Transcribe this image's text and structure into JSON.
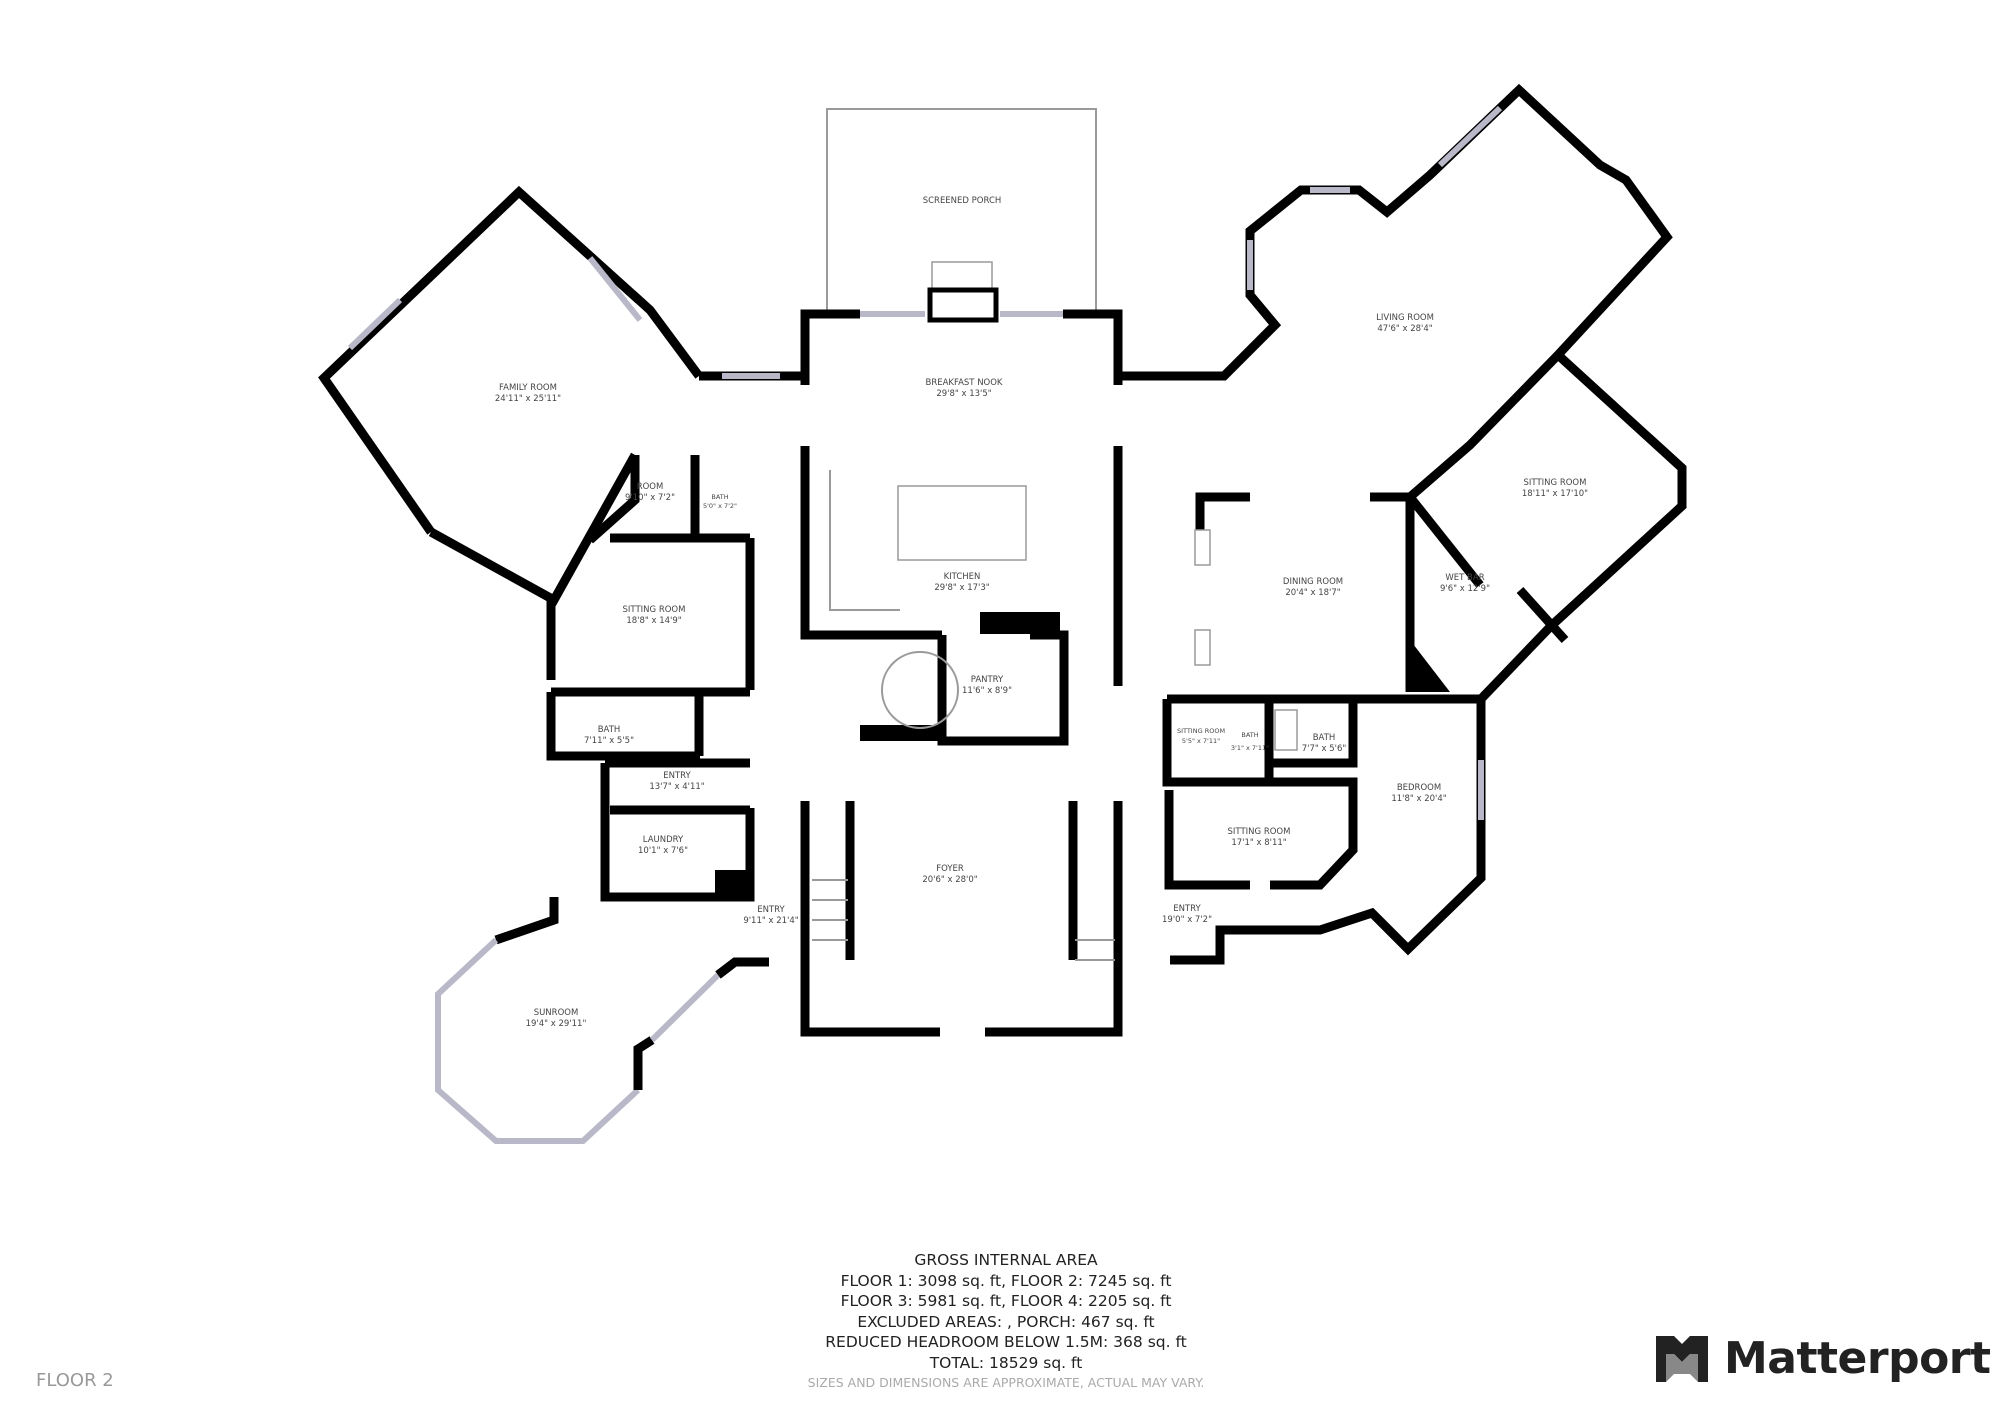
{
  "floor_label": "FLOOR 2",
  "rooms": {
    "screened_porch": {
      "name": "SCREENED PORCH"
    },
    "breakfast_nook": {
      "name": "BREAKFAST NOOK",
      "dims": "29'8\" x 13'5\""
    },
    "family_room": {
      "name": "FAMILY ROOM",
      "dims": "24'11\" x 25'11\""
    },
    "living_room": {
      "name": "LIVING ROOM",
      "dims": "47'6\" x 28'4\""
    },
    "sitting_room_east": {
      "name": "SITTING ROOM",
      "dims": "18'11\" x 17'10\""
    },
    "kitchen": {
      "name": "KITCHEN",
      "dims": "29'8\" x 17'3\""
    },
    "dining_room": {
      "name": "DINING ROOM",
      "dims": "20'4\" x 18'7\""
    },
    "wet_bar": {
      "name": "WET BAR",
      "dims": "9'6\" x 12'9\""
    },
    "room": {
      "name": "ROOM",
      "dims": "9'10\" x 7'2\""
    },
    "bath_small": {
      "name": "BATH",
      "dims": "5'0\" x 7'2\""
    },
    "sitting_room_west": {
      "name": "SITTING ROOM",
      "dims": "18'8\" x 14'9\""
    },
    "pantry": {
      "name": "PANTRY",
      "dims": "11'6\" x 8'9\""
    },
    "bath_west": {
      "name": "BATH",
      "dims": "7'11\" x 5'5\""
    },
    "entry_west": {
      "name": "ENTRY",
      "dims": "13'7\" x 4'11\""
    },
    "laundry": {
      "name": "LAUNDRY",
      "dims": "10'1\" x 7'6\""
    },
    "foyer": {
      "name": "FOYER",
      "dims": "20'6\" x 28'0\""
    },
    "entry_south": {
      "name": "ENTRY",
      "dims": "9'11\" x 21'4\""
    },
    "entry_east": {
      "name": "ENTRY",
      "dims": "19'0\" x 7'2\""
    },
    "sitting_room_small": {
      "name": "SITTING ROOM",
      "dims": "5'5\" x 7'11\""
    },
    "bath_tiny": {
      "name": "BATH",
      "dims": "3'1\" x 7'11\""
    },
    "bath_east": {
      "name": "BATH",
      "dims": "7'7\" x 5'6\""
    },
    "sitting_room_se": {
      "name": "SITTING ROOM",
      "dims": "17'1\" x 8'11\""
    },
    "bedroom": {
      "name": "BEDROOM",
      "dims": "11'8\" x 20'4\""
    },
    "sunroom": {
      "name": "SUNROOM",
      "dims": "19'4\" x 29'11\""
    }
  },
  "area_summary": {
    "title": "GROSS INTERNAL AREA",
    "line1": "FLOOR 1: 3098 sq. ft, FLOOR 2: 7245 sq. ft",
    "line2": "FLOOR 3: 5981 sq. ft, FLOOR 4: 2205 sq. ft",
    "line3": "EXCLUDED AREAS: , PORCH: 467 sq. ft",
    "line4": "REDUCED HEADROOM BELOW 1.5M: 368 sq. ft",
    "total": "TOTAL: 18529 sq. ft",
    "disclaimer": "SIZES AND DIMENSIONS ARE APPROXIMATE, ACTUAL MAY VARY."
  },
  "brand": {
    "name": "Matterport",
    "logo_icon": "matterport-logo-icon"
  }
}
